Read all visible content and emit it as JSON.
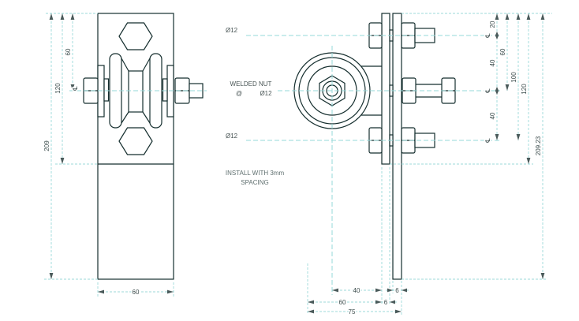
{
  "drawing": {
    "colors": {
      "line": "#152e2e",
      "dimension_line": "#96d8d8",
      "dim_text": "#3c4c4c",
      "note_text": "#5f6f6f"
    },
    "front_view": {
      "dim_60_to_axle": "60",
      "dim_120_bracket": "120",
      "dim_209_total": "209",
      "dim_60_width": "60",
      "centerline": "℄"
    },
    "side_view": {
      "label_bolt_top": "Ø12",
      "label_bolt_bottom": "Ø12",
      "welded_nut_title": "WELDED NUT",
      "welded_nut_at": "@",
      "welded_nut_size": "Ø12",
      "note_line1": "INSTALL WITH 3mm",
      "note_line2": "SPACING",
      "centerline_top": "℄",
      "centerline_mid": "℄",
      "centerline_bottom": "℄",
      "dim_20": "20",
      "dim_40_upper": "40",
      "dim_40_lower": "40",
      "dim_60": "60",
      "dim_100": "100",
      "dim_120": "120",
      "dim_total_height": "209.23",
      "dim_40_depth": "40",
      "dim_6_front_plate": "6",
      "dim_60_depth": "60",
      "dim_6_back_plate": "6",
      "dim_75_depth": "75"
    }
  }
}
